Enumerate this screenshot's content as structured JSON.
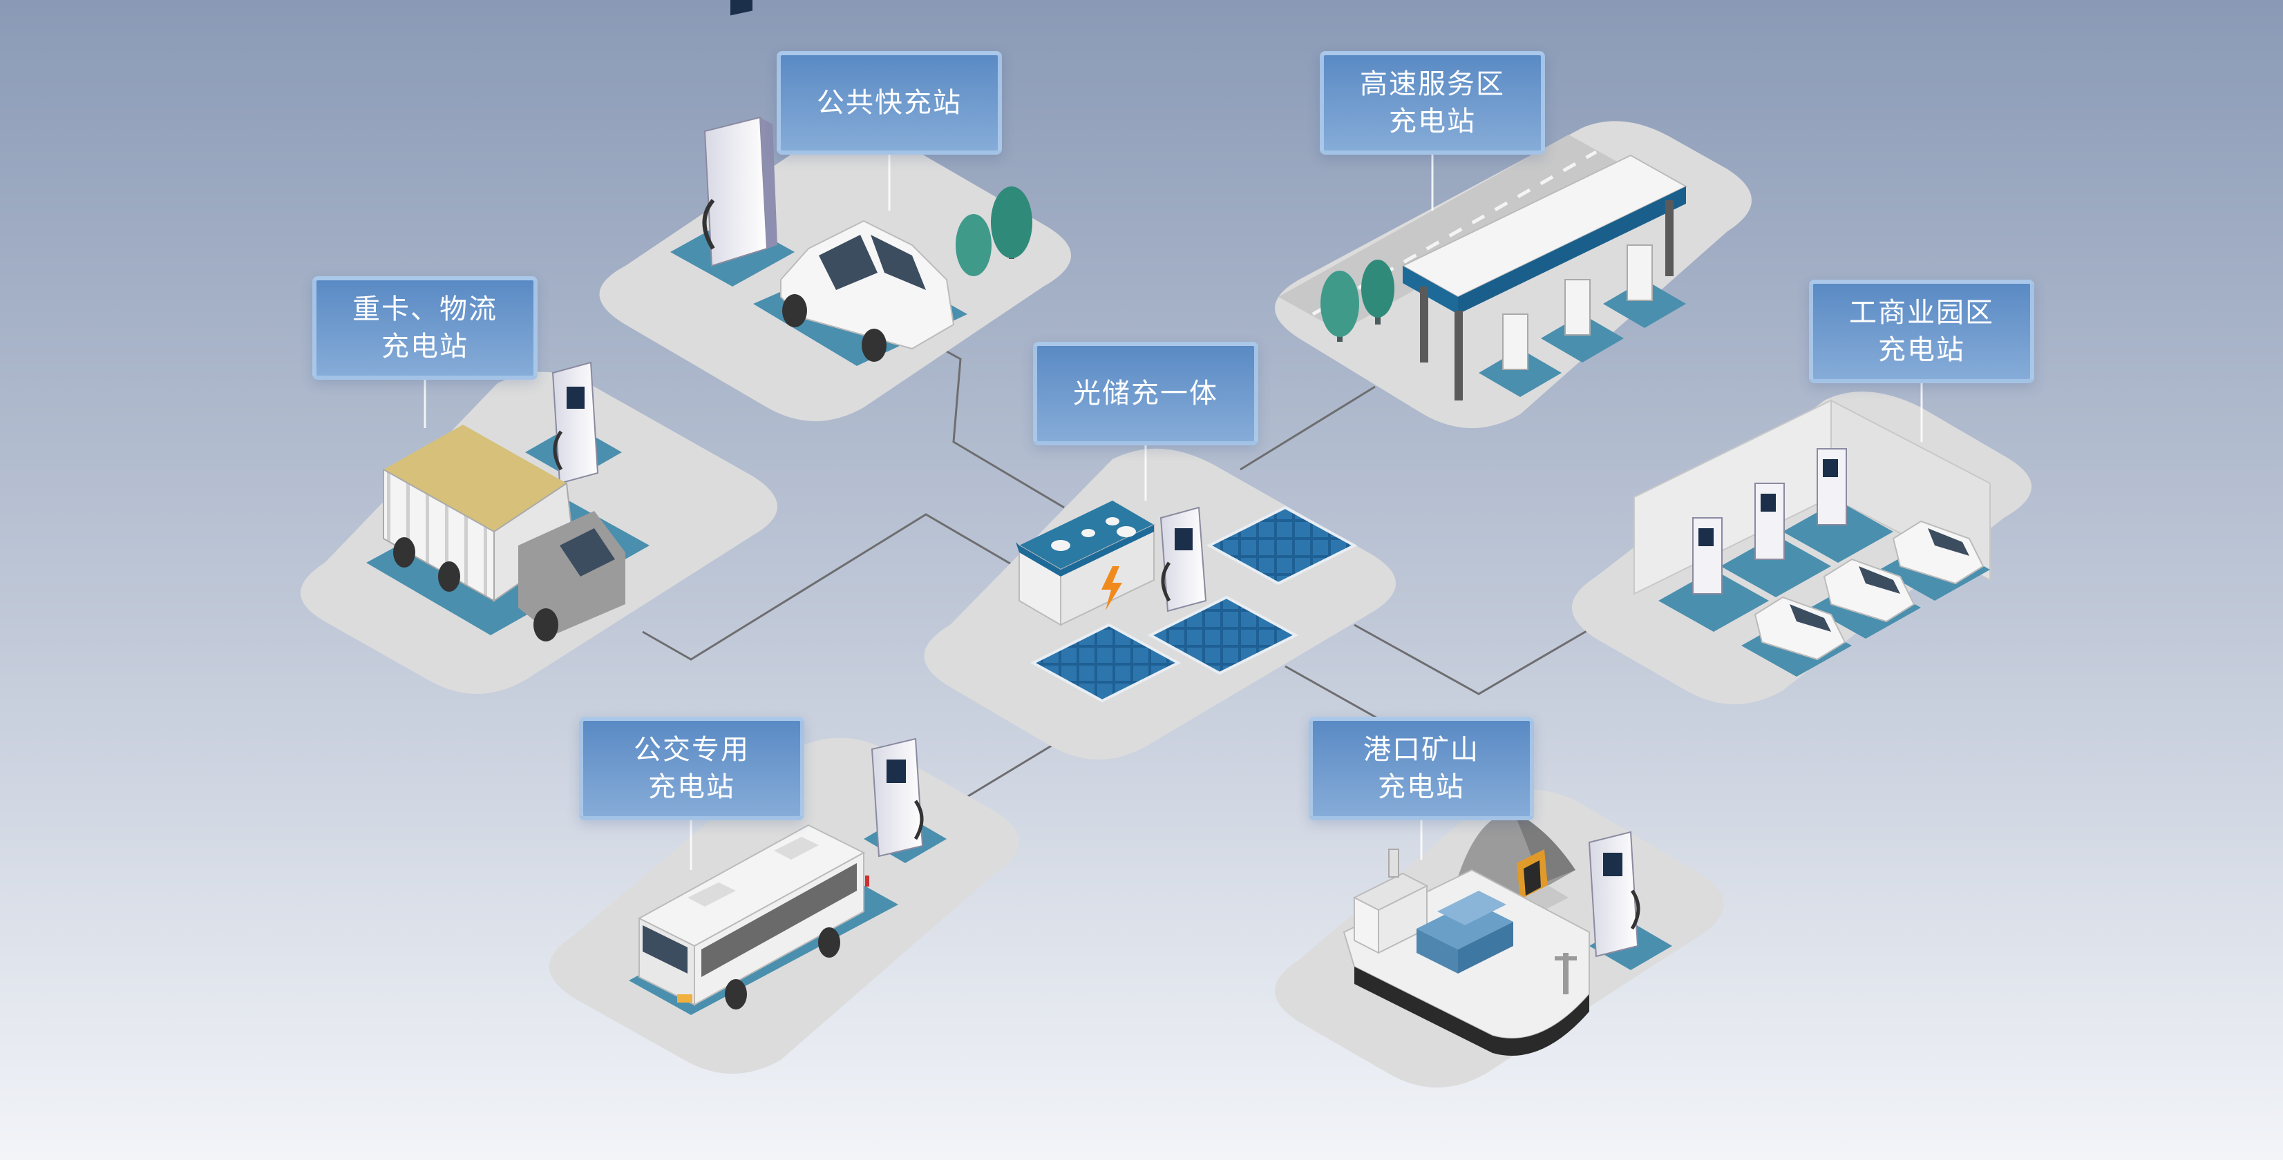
{
  "labels": {
    "public_fast": "公共快充站",
    "highway": "高速服务区\n充电站",
    "heavy_truck": "重卡、物流\n充电站",
    "pv_storage": "光储充一体",
    "industrial": "工商业园区\n充电站",
    "bus": "公交专用\n充电站",
    "port_mine": "港口矿山\n充电站"
  },
  "colors": {
    "bg_top": "#8a9ab6",
    "bg_bottom": "#f2f4f8",
    "platform": "#dcdcdc",
    "pad": "#4a8fae",
    "accent_blue": "#1d6a99",
    "label_blue": "#6b97cf"
  }
}
